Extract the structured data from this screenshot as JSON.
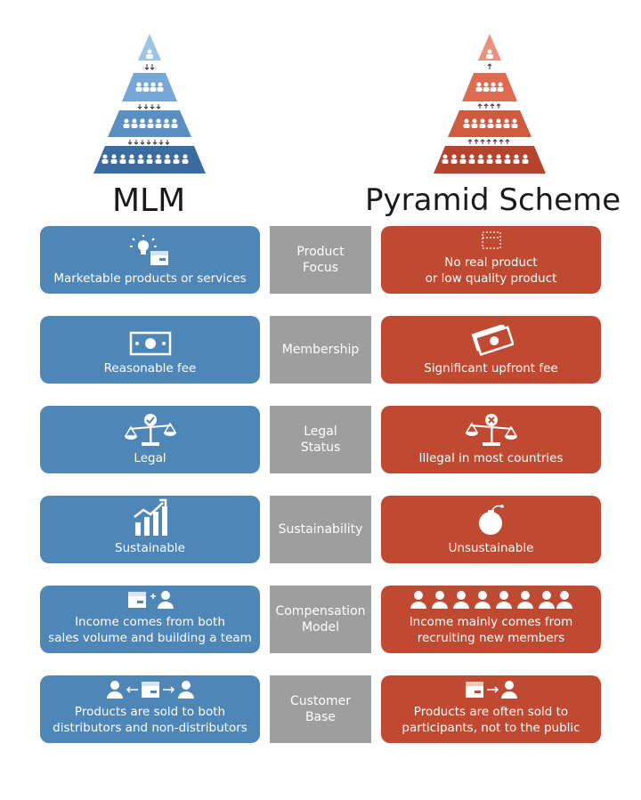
{
  "titles": {
    "left": "MLM",
    "right": "Pyramid Scheme"
  },
  "colors": {
    "mlm_blue": "#4f86b8",
    "pyramid_red": "#c04a31",
    "criterion_gray": "#9e9e9e"
  },
  "rows": [
    {
      "criterion": "Product\nFocus",
      "mlm": "Marketable products or services",
      "pyramid": "No real product\nor low quality product",
      "mlm_icon": "lightbulb-box-icon",
      "pyramid_icon": "empty-box-icon"
    },
    {
      "criterion": "Membership",
      "mlm": "Reasonable fee",
      "pyramid": "Significant upfront fee",
      "mlm_icon": "banknote-icon",
      "pyramid_icon": "stack-of-cash-icon"
    },
    {
      "criterion": "Legal\nStatus",
      "mlm": "Legal",
      "pyramid": "Illegal in most countries",
      "mlm_icon": "scale-check-icon",
      "pyramid_icon": "scale-cross-icon"
    },
    {
      "criterion": "Sustainability",
      "mlm": "Sustainable",
      "pyramid": "Unsustainable",
      "mlm_icon": "growth-chart-icon",
      "pyramid_icon": "bomb-icon"
    },
    {
      "criterion": "Compensation\nModel",
      "mlm": "Income comes from both\nsales volume and building a team",
      "pyramid": "Income mainly comes from\nrecruiting new members",
      "mlm_icon": "box-plus-person-icon",
      "pyramid_icon": "group-of-people-icon"
    },
    {
      "criterion": "Customer\nBase",
      "mlm": "Products are sold to both\ndistributors and non-distributors",
      "pyramid": "Products are often sold to\nparticipants, not to the public",
      "mlm_icon": "person-box-person-icon",
      "pyramid_icon": "box-to-person-icon"
    }
  ]
}
